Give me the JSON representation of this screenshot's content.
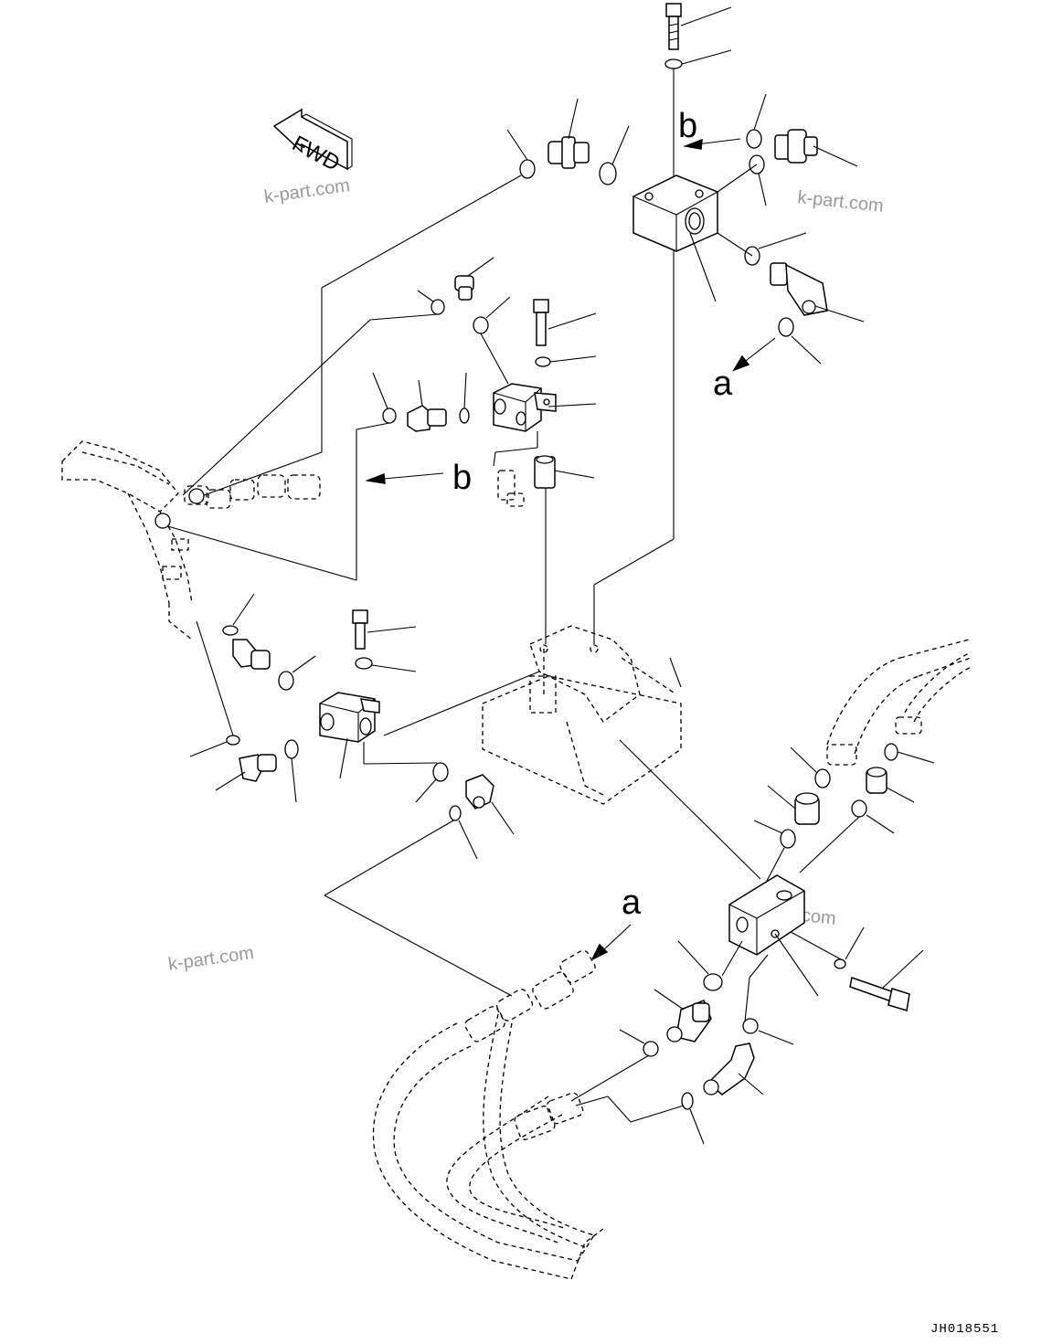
{
  "direction_label": "FWD",
  "callouts": {
    "a": "a",
    "b": "b"
  },
  "watermark": "k-part.com",
  "drawing_code": "JH018551"
}
